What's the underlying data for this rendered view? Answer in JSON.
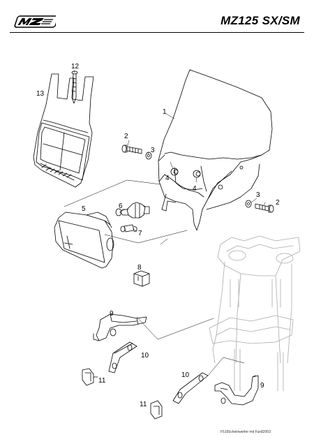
{
  "header": {
    "brand_logo_text": "MZ",
    "model_title": "MZ125 SX/SM"
  },
  "callouts": {
    "c1": "1",
    "c2a": "2",
    "c2b": "2",
    "c3a": "3",
    "c3b": "3",
    "c4a": "4",
    "c4b": "4",
    "c5": "5",
    "c6": "6",
    "c7": "7",
    "c8": "8",
    "c9a": "9",
    "c9b": "9",
    "c10a": "10",
    "c10b": "10",
    "c11a": "11",
    "c11b": "11",
    "c12": "12",
    "c13": "13"
  },
  "footer": {
    "credit": "F5165cheinwerfer mit Fun82003"
  }
}
